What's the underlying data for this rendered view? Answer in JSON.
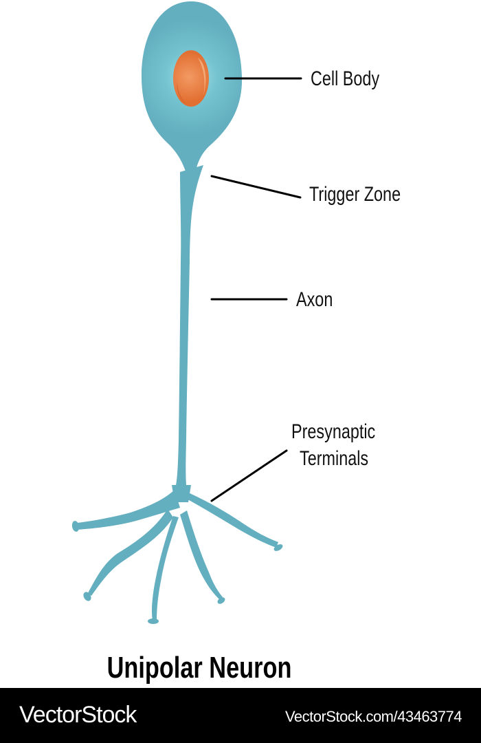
{
  "diagram": {
    "title": "Unipolar Neuron",
    "colors": {
      "neuron_body": "#63aebf",
      "neuron_glow": "#8ed6e0",
      "nucleus": "#e8773e",
      "nucleus_highlight": "#f2a06a",
      "leader_line": "#000000",
      "text": "#111111"
    },
    "labels": [
      {
        "id": "cell-body",
        "text": "Cell Body"
      },
      {
        "id": "trigger-zone",
        "text": "Trigger Zone"
      },
      {
        "id": "axon",
        "text": "Axon"
      },
      {
        "id": "presynaptic-terminals-line1",
        "text": "Presynaptic"
      },
      {
        "id": "presynaptic-terminals-line2",
        "text": "Terminals"
      }
    ]
  },
  "footer": {
    "brand": "VectorStock",
    "url": "VectorStock.com/43463774"
  }
}
